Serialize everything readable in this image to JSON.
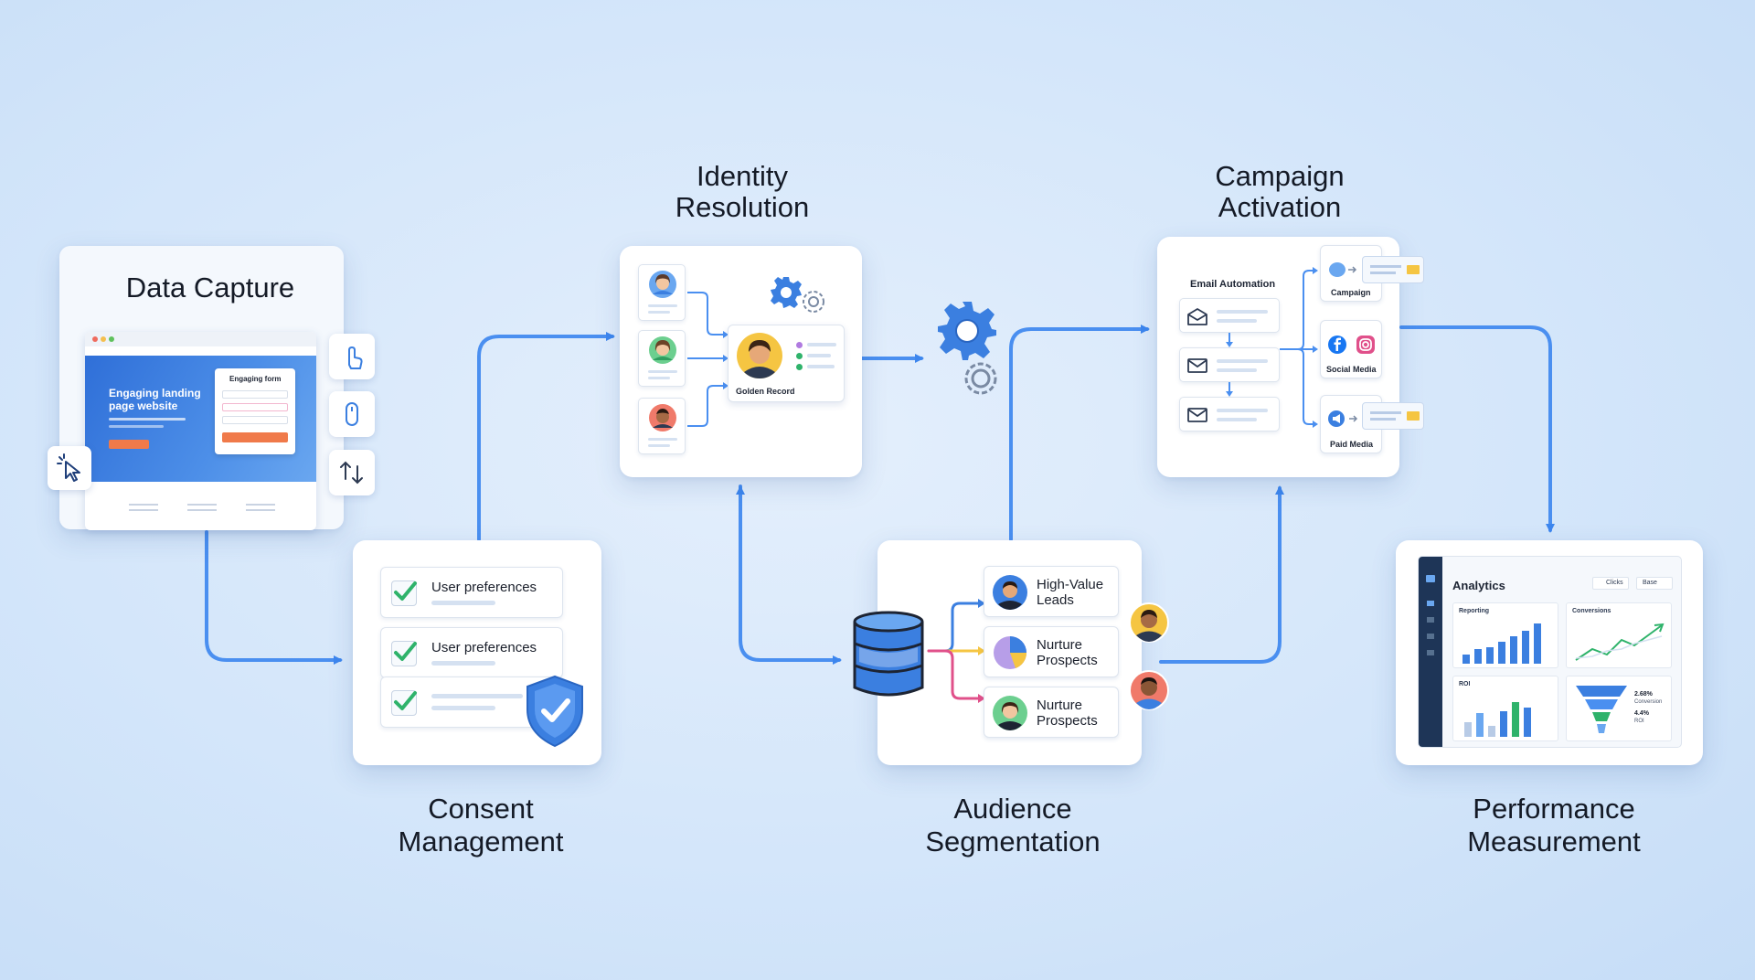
{
  "titles": {
    "data_capture": "Data Capture",
    "identity_resolution": [
      "Identity",
      "Resolution"
    ],
    "campaign_activation": [
      "Campaign",
      "Activation"
    ],
    "consent_management": [
      "Consent",
      "Management"
    ],
    "audience_segmentation": [
      "Audience",
      "Segmentation"
    ],
    "performance_measurement": [
      "Performance",
      "Measurement"
    ]
  },
  "data_capture": {
    "hero_text": [
      "Engaging landing",
      "page website"
    ],
    "form_title": "Engaging form"
  },
  "identity": {
    "golden_record": "Golden Record"
  },
  "consent": {
    "items": [
      "User preferences",
      "User preferences"
    ]
  },
  "segments": [
    {
      "label": [
        "High-Value",
        "Leads"
      ]
    },
    {
      "label": [
        "Nurture",
        "Prospects"
      ]
    },
    {
      "label": [
        "Nurture",
        "Prospects"
      ]
    }
  ],
  "campaign": {
    "email_automation": "Email Automation",
    "channels": [
      "Campaign",
      "Social Media",
      "Paid Media"
    ]
  },
  "analytics": {
    "title": "Analytics",
    "filter_1": "Clicks",
    "filter_2": "Base",
    "panels": [
      "Reporting",
      "Conversions",
      "ROI"
    ],
    "funnel_stats": [
      "2.68%",
      "Conversion",
      "4.4%",
      "ROI"
    ]
  },
  "colors": {
    "accent": "#3b82f6",
    "check": "#2fb36b",
    "shield": "#3b7fe0",
    "orange": "#f07a4a",
    "yellow": "#f5c542",
    "pink": "#e0508a"
  }
}
